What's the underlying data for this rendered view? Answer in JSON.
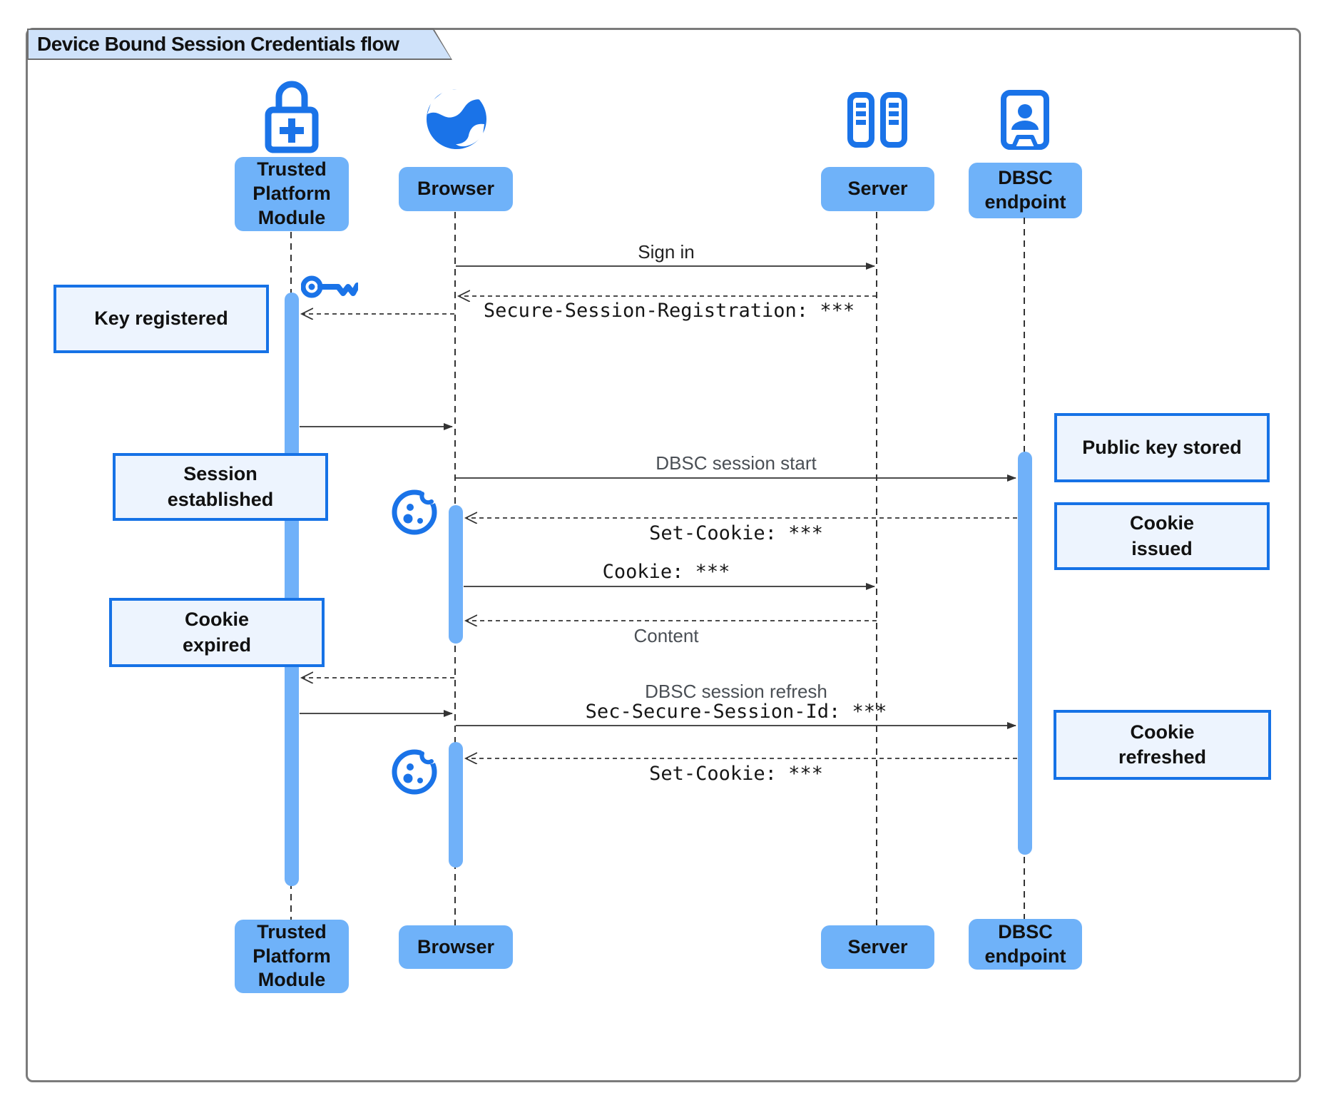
{
  "title": "Device Bound Session Credentials flow",
  "participants": {
    "tpm": {
      "label": "Trusted Platform Module",
      "icon": "lock-plus-icon"
    },
    "browser": {
      "label": "Browser",
      "icon": "globe-icon"
    },
    "server": {
      "label": "Server",
      "icon": "server-racks-icon"
    },
    "dbsc": {
      "label": "DBSC endpoint",
      "icon": "vault-person-icon"
    }
  },
  "messages": {
    "sign_in": "Sign in",
    "secure_session_registration": "Secure-Session-Registration: ***",
    "dbsc_session_start": "DBSC session start",
    "set_cookie_1": "Set-Cookie: ***",
    "cookie": "Cookie: ***",
    "content": "Content",
    "dbsc_session_refresh": "DBSC session refresh",
    "sec_secure_session_id": "Sec-Secure-Session-Id: ***",
    "set_cookie_2": "Set-Cookie: ***"
  },
  "notes": {
    "key_registered": "Key registered",
    "session_established": "Session\nestablished",
    "cookie_expired": "Cookie\nexpired",
    "public_key_stored": "Public key stored",
    "cookie_issued": "Cookie\nissued",
    "cookie_refreshed": "Cookie\nrefreshed"
  },
  "icons": [
    "lock-plus-icon",
    "globe-icon",
    "server-racks-icon",
    "vault-person-icon",
    "key-icon",
    "cookie-icon"
  ],
  "colors": {
    "accent_blue": "#1a73e8",
    "actor_fill": "#6fb2f9",
    "activation_fill": "#70b1f9",
    "note_fill": "#edf4fe",
    "note_border": "#1672e6",
    "title_fill": "#cfe2fa",
    "frame_border": "#7b7b7b",
    "line_color": "#333333"
  }
}
